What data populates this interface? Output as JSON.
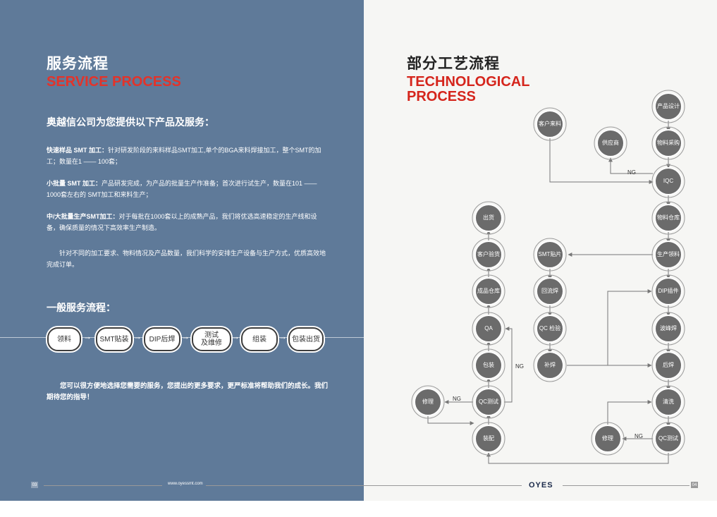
{
  "left": {
    "title_cn": "服务流程",
    "title_en": "SERVICE PROCESS",
    "lead": "奥越信公司为您提供以下产品及服务：",
    "items": [
      {
        "label": "快速样品 SMT 加工：",
        "text": "针对研发阶段的来料样品SMT加工,单个的BGA来料焊接加工，整个SMT的加工；数量在1 —— 100套；"
      },
      {
        "label": "小批量 SMT 加工：",
        "text": "产品研发完成，为产品的批量生产作准备；首次进行试生产，数量在101 —— 1000套左右的 SMT加工和来料生产；"
      },
      {
        "label": "中/大批量生产SMT加工：",
        "text": "对于每批在1000套以上的成熟产品，我们将优选高速稳定的生产线和设备，确保质量的情况下高效率生产制造。"
      }
    ],
    "intro": "针对不同的加工要求、物料情况及产品数量，我们科学的安排生产设备与生产方式，优质高效地完成订单。",
    "subheading": "一般服务流程：",
    "steps": [
      "领料",
      "SMT贴装",
      "DIP后焊",
      "测试\n及维修",
      "组装",
      "包装出货"
    ],
    "closing": "您可以很方便地选择您需要的服务，您提出的更多要求，更严标准将帮助我们的成长。我们期待您的指导！"
  },
  "footer": {
    "page_left": "03",
    "url": "www.oyessmt.com",
    "logo": "OYES",
    "page_right": "04"
  },
  "right": {
    "title_cn": "部分工艺流程",
    "title_en": "TECHNOLOGICAL PROCESS",
    "nodes": {
      "chanpin_sheji": "产品设计",
      "kehu_lailiao": "客户来料",
      "gongyingshang": "供应商",
      "wuliao_caigou": "物料采购",
      "iqc": "IQC",
      "wuliao_cangku": "物料仓库",
      "shengchan_lingliao": "生产领料",
      "dip_chajian": "DIP插件",
      "bofeng_han": "波峰焊",
      "hou_han": "后焊",
      "qing_xi": "清洗",
      "qc_ceshi_r": "QC测试",
      "xiuli_r": "修理",
      "smt_tiepian": "SMT贴片",
      "huiliu_han": "回流焊",
      "qc_jianyan": "QC 检验",
      "bu_han": "补焊",
      "chu_huo": "出货",
      "kehu_yanhuo": "客户验货",
      "chengpin_cangku": "成品仓库",
      "qa": "QA",
      "bao_zhuang": "包装",
      "qc_ceshi_l": "QC测试",
      "xiuli_l": "修理",
      "zhuang_pei": "装配"
    },
    "ng": "NG"
  },
  "colors": {
    "left_bg": "#5f7a99",
    "accent_red": "#e3332a",
    "node_gray": "#6b6b6b"
  }
}
